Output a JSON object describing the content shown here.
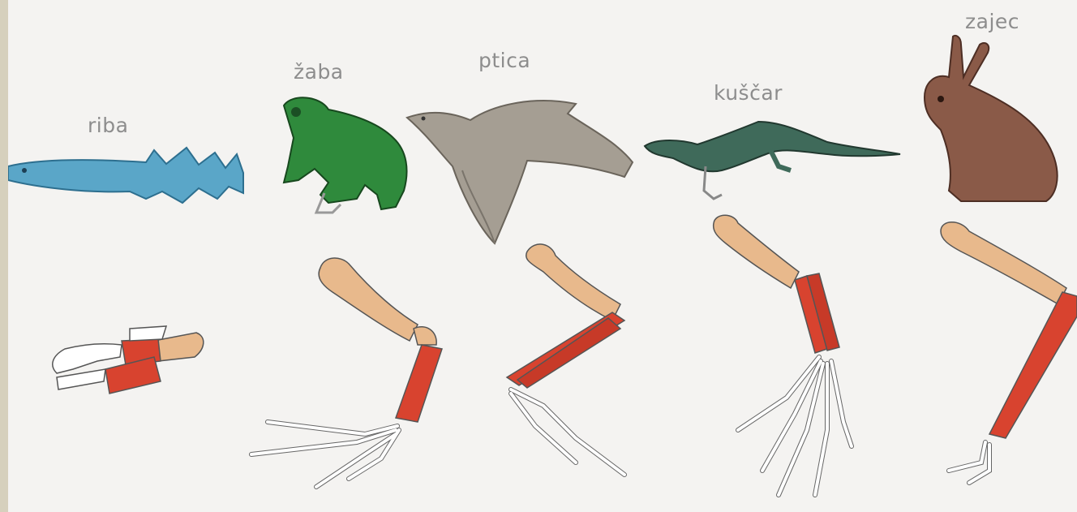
{
  "figure": {
    "animals": [
      {
        "name": "riba"
      },
      {
        "name": "žaba"
      },
      {
        "name": "ptica"
      },
      {
        "name": "kuščar"
      },
      {
        "name": "zajec"
      }
    ]
  },
  "colors": {
    "background": "#f4f3f1",
    "border": "#d6d0bd",
    "label_text": "#8d8d8d",
    "humerus_bone": "#e8b98c",
    "forearm_bones": "#d8432f",
    "hand_bones": "#ffffff",
    "bone_outline": "#555555",
    "fish": "#5aa6c8",
    "frog": "#2f8a3c",
    "bird": "#a59e93",
    "lizard": "#3f6a5a",
    "rabbit": "#8a5a48"
  }
}
